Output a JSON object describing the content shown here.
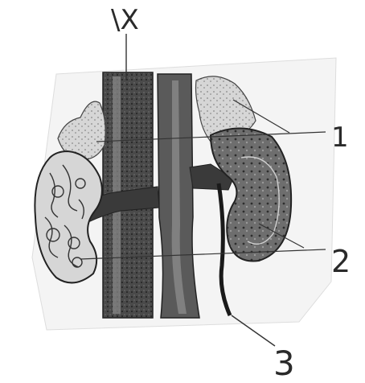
{
  "labels": {
    "top": "\\X",
    "one": "1",
    "two": "2",
    "three": "3"
  },
  "colors": {
    "paper": "#ffffff",
    "ink": "#222222",
    "vessel_dark": "#3a3a3a",
    "cortex": "#d9d9d9",
    "gland": "#bdbdbd"
  }
}
